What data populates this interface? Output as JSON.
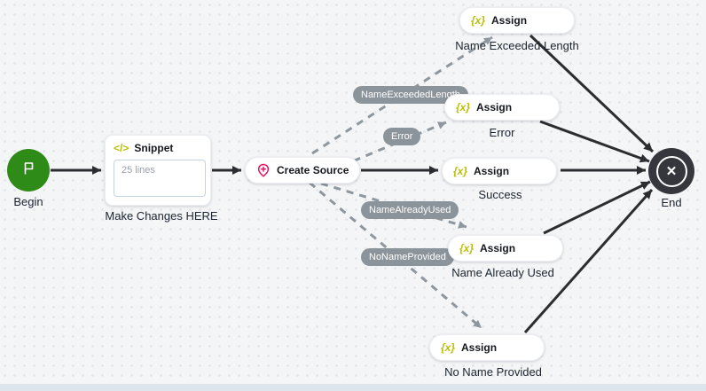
{
  "nodes": {
    "begin": {
      "label": "Begin"
    },
    "snippet": {
      "icon_glyph": "</>",
      "title": "Snippet",
      "body_text": "25 lines",
      "label": "Make Changes HERE"
    },
    "create_source": {
      "title": "Create Source"
    },
    "assigns": [
      {
        "icon_glyph": "{x}",
        "title": "Assign",
        "label": "Name Exceeded Length"
      },
      {
        "icon_glyph": "{x}",
        "title": "Assign",
        "label": "Error"
      },
      {
        "icon_glyph": "{x}",
        "title": "Assign",
        "label": "Success"
      },
      {
        "icon_glyph": "{x}",
        "title": "Assign",
        "label": "Name Already Used"
      },
      {
        "icon_glyph": "{x}",
        "title": "Assign",
        "label": "No Name Provided"
      }
    ],
    "end": {
      "icon_glyph": "✕",
      "label": "End"
    }
  },
  "transitions": [
    {
      "label": "NameExceededLength"
    },
    {
      "label": "Error"
    },
    {
      "label": "NameAlreadyUsed"
    },
    {
      "label": "NoNameProvided"
    }
  ],
  "colors": {
    "begin_green": "#2e8b18",
    "end_dark": "#35373c",
    "accent_yellow": "#b9bf04",
    "accent_pink": "#e3175f",
    "edge_dark": "#2b2d31",
    "edge_gray": "#8f979e",
    "pill_gray": "#8c949b"
  }
}
